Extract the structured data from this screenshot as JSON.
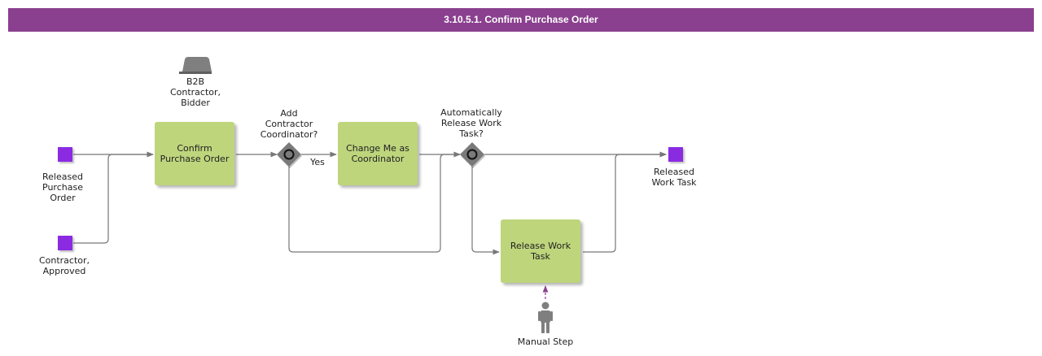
{
  "title": "3.10.5.1. Confirm Purchase Order",
  "colors": {
    "title_bar": "#8a408e",
    "task_fill": "#bed57c",
    "event_fill": "#8a2be2",
    "gateway_fill": "#7a7a7a",
    "connector": "#777777",
    "manual_arrow": "#8a408e"
  },
  "events": {
    "start_released_po": "Released\nPurchase\nOrder",
    "start_contractor_approved": "Contractor,\nApproved",
    "end_released_work_task": "Released\nWork Task"
  },
  "tasks": {
    "confirm_po": "Confirm\nPurchase Order",
    "change_me_coordinator": "Change Me as\nCoordinator",
    "release_work_task": "Release Work\nTask"
  },
  "gateways": {
    "add_coordinator": "Add\nContractor\nCoordinator?",
    "add_coordinator_yes": "Yes",
    "auto_release": "Automatically\nRelease Work\nTask?"
  },
  "resources": {
    "system_b2b": "B2B\nContractor,\nBidder",
    "manual_step": "Manual Step"
  },
  "icons": {
    "system": "system-icon",
    "manual": "person-icon"
  }
}
